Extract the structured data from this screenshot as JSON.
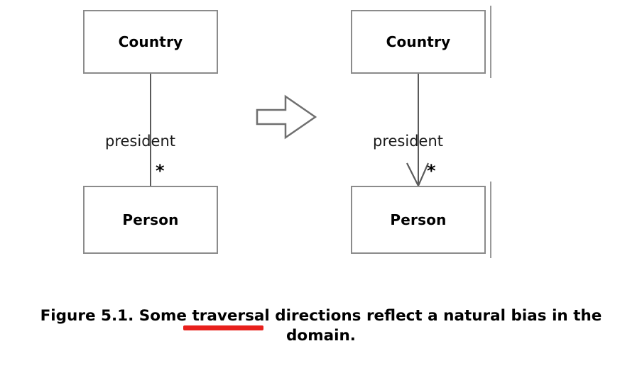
{
  "figure": {
    "id": "figure-5-1",
    "caption_prefix": "Figure 5.1. Some ",
    "caption_highlight": "traversal",
    "caption_rest_line1": " directions reflect a natural bias in the",
    "caption_line2": "domain.",
    "caption_full": "Figure 5.1. Some traversal directions reflect a natural bias in the domain.",
    "underline_color": "#e8201c"
  },
  "diagram_left": {
    "label": "undirected-association",
    "classes": [
      {
        "name": "Country",
        "role": "source"
      },
      {
        "name": "Person",
        "role": "target"
      }
    ],
    "association": {
      "role_label": "president",
      "multiplicity": "*",
      "navigable": false,
      "arrowhead": "none"
    }
  },
  "diagram_right": {
    "label": "directed-association",
    "classes": [
      {
        "name": "Country",
        "role": "source"
      },
      {
        "name": "Person",
        "role": "target"
      }
    ],
    "association": {
      "role_label": "president",
      "multiplicity": "*",
      "navigable": true,
      "arrowhead": "open-v-down"
    }
  },
  "transition": {
    "icon": "block-arrow-right",
    "direction": "left-to-right"
  },
  "palette": {
    "box_stroke": "#8b8b8b",
    "line_stroke": "#5a5a5a",
    "text": "#000000",
    "accent_red": "#e8201c",
    "background": "#ffffff"
  }
}
